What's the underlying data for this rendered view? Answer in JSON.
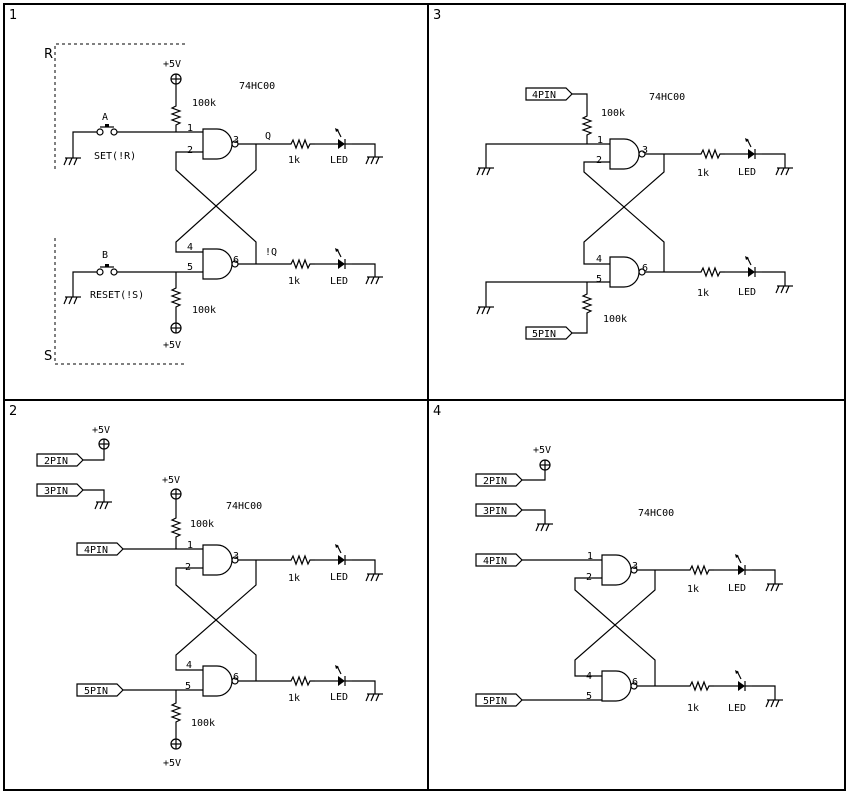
{
  "panels": [
    {
      "number": "1"
    },
    {
      "number": "2"
    },
    {
      "number": "3"
    },
    {
      "number": "4"
    }
  ],
  "labels": {
    "vcc": "+5V",
    "pullup": "100k",
    "resistor": "1k",
    "led": "LED",
    "ic": "74HC00",
    "q": "Q",
    "q_not": "!Q",
    "set": "SET(!R)",
    "reset": "RESET(!S)",
    "switch_a": "A",
    "switch_b": "B",
    "r": "R",
    "s": "S"
  },
  "pins": {
    "p1": "1",
    "p2": "2",
    "p3": "3",
    "p4": "4",
    "p5": "5",
    "p6": "6"
  },
  "flags": {
    "pin2": "2PIN",
    "pin3": "3PIN",
    "pin4": "4PIN",
    "pin5": "5PIN"
  },
  "colors": {
    "ink": "#000000",
    "background": "#ffffff"
  }
}
